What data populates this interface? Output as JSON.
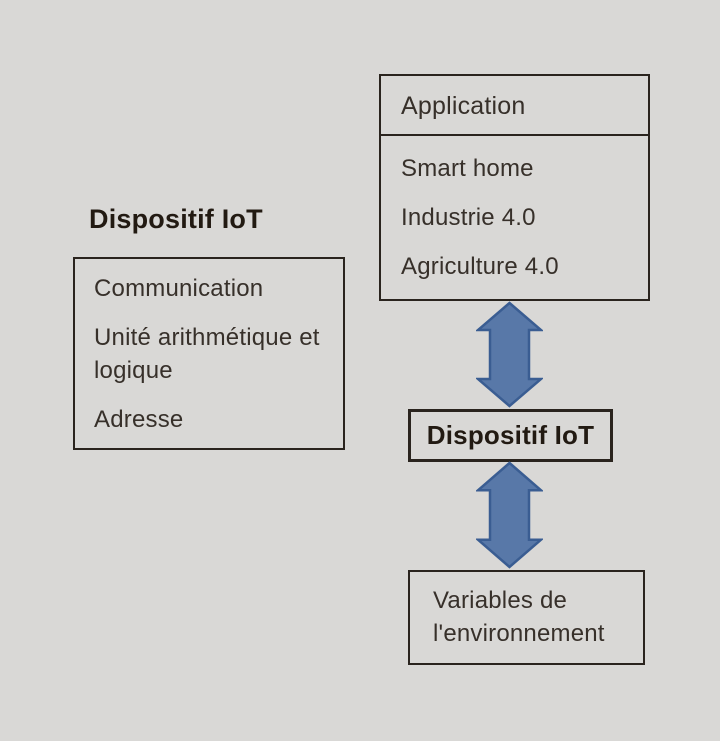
{
  "colors": {
    "background": "#d9d8d6",
    "border": "#2a241e",
    "text": "#37302a",
    "heading": "#221a12",
    "arrow_fill": "#5878a8",
    "arrow_stroke": "#3a5d92"
  },
  "left_panel": {
    "heading": "Dispositif IoT",
    "items": [
      "Communication",
      "Unité arithmétique et logique",
      "Adresse"
    ]
  },
  "application_box": {
    "header": "Application",
    "items": [
      "Smart home",
      "Industrie 4.0",
      "Agriculture 4.0"
    ]
  },
  "device_box": {
    "label": "Dispositif IoT"
  },
  "environment_box": {
    "label": "Variables de l'environnement"
  }
}
